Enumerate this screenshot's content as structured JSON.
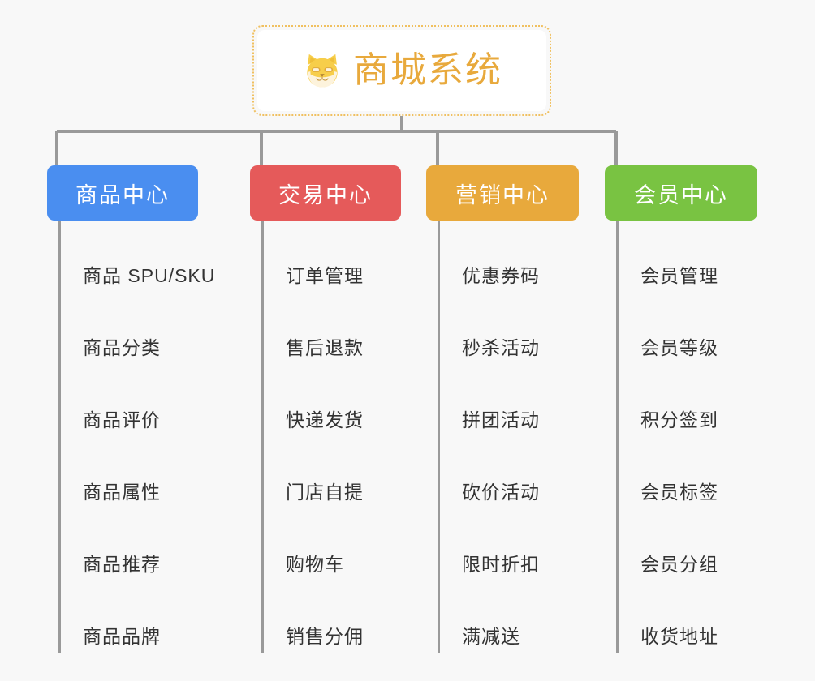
{
  "page": {
    "background_color": "#f8f8f8",
    "title": "商城系统"
  },
  "root": {
    "label": "商城系统",
    "icon": "shiba-dog-emoji",
    "text_color": "#e8a93c",
    "border_color": "#f0c060",
    "card_color": "#ffffff"
  },
  "connector": {
    "color": "#9a9a9a"
  },
  "columns": [
    {
      "title": "商品中心",
      "color": "#4a8ef0",
      "items": [
        "商品 SPU/SKU",
        "商品分类",
        "商品评价",
        "商品属性",
        "商品推荐",
        "商品品牌"
      ]
    },
    {
      "title": "交易中心",
      "color": "#e55a5a",
      "items": [
        "订单管理",
        "售后退款",
        "快递发货",
        "门店自提",
        "购物车",
        "销售分佣"
      ]
    },
    {
      "title": "营销中心",
      "color": "#e8a93c",
      "items": [
        "优惠券码",
        "秒杀活动",
        "拼团活动",
        "砍价活动",
        "限时折扣",
        "满减送"
      ]
    },
    {
      "title": "会员中心",
      "color": "#79c342",
      "items": [
        "会员管理",
        "会员等级",
        "积分签到",
        "会员标签",
        "会员分组",
        "收货地址"
      ]
    }
  ]
}
